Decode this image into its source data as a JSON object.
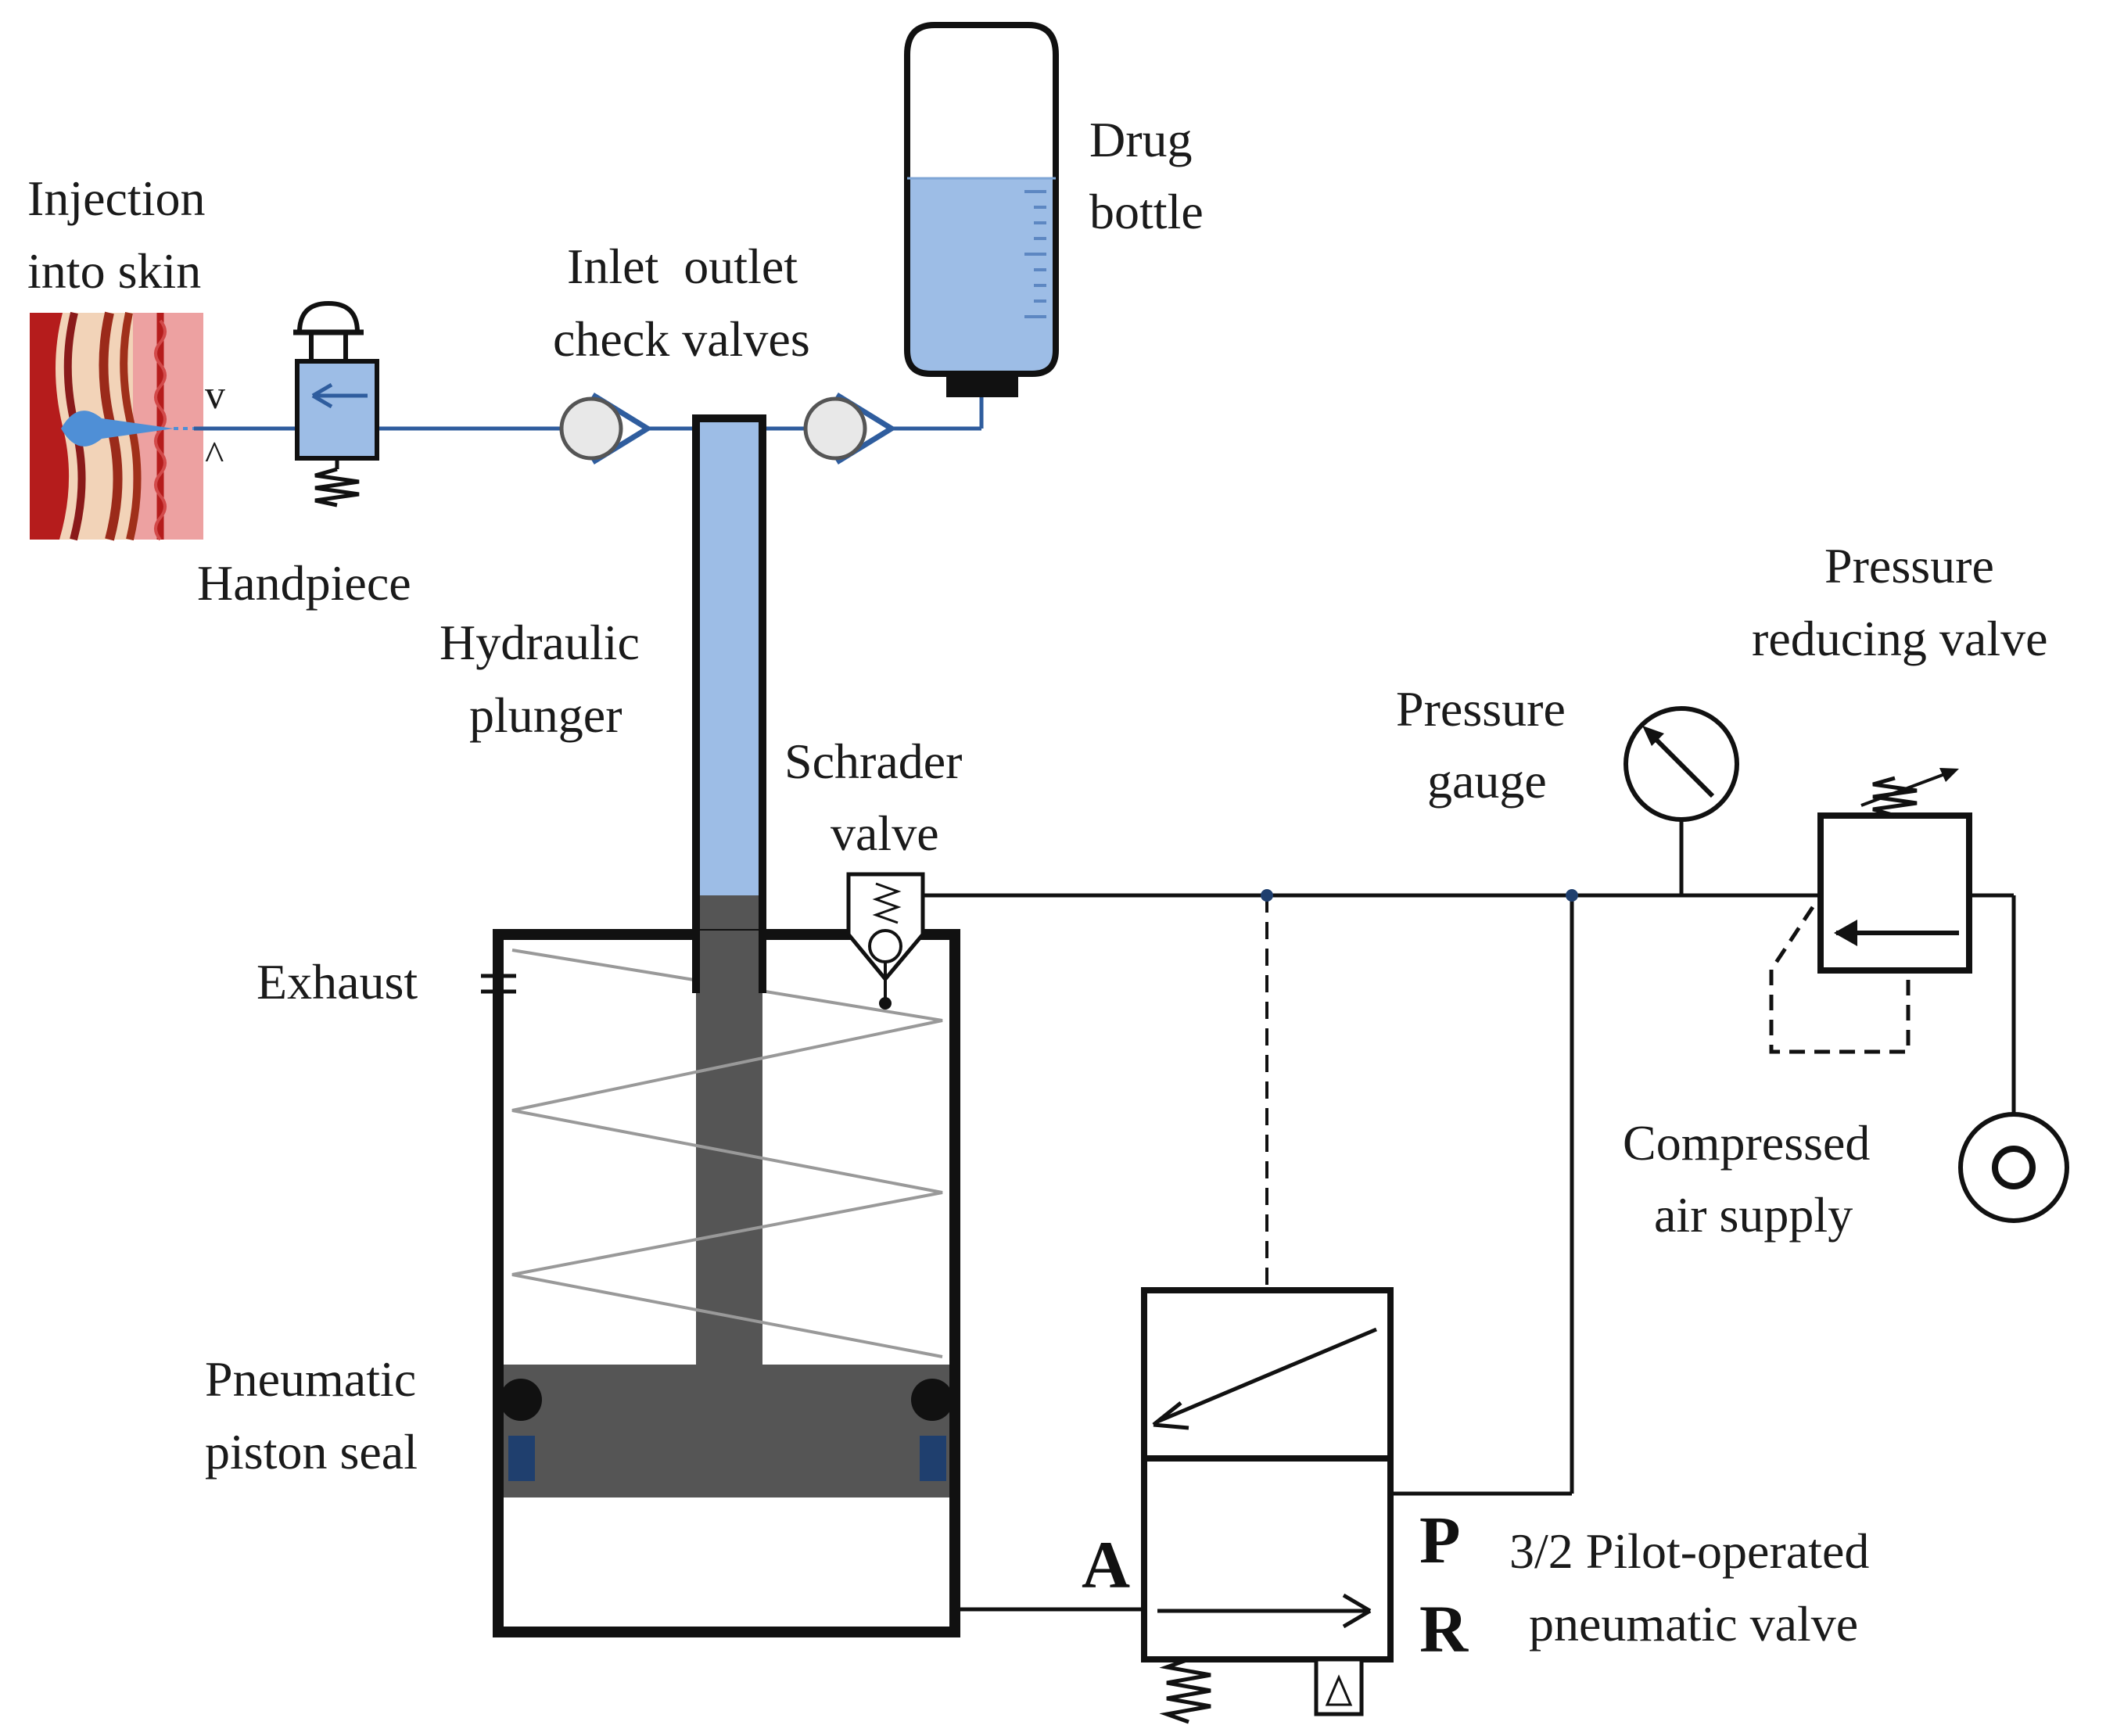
{
  "labels": {
    "injection": [
      "Injection",
      "into skin"
    ],
    "handpiece": "Handpiece",
    "check_valves": [
      "Inlet  outlet",
      "check valves"
    ],
    "drug_bottle": [
      "Drug",
      "bottle"
    ],
    "hydraulic_plunger": [
      "Hydraulic",
      "plunger"
    ],
    "schrader_valve": [
      "Schrader",
      "valve"
    ],
    "exhaust": "Exhaust",
    "pneumatic_piston_seal": [
      "Pneumatic",
      "piston seal"
    ],
    "pressure_gauge": [
      "Pressure",
      "gauge"
    ],
    "pressure_reducing_valve": [
      "Pressure",
      "reducing valve"
    ],
    "compressed_air_supply": [
      "Compressed",
      "air supply"
    ],
    "pilot_valve": [
      "3/2 Pilot-operated",
      "pneumatic valve"
    ],
    "port_a": "A",
    "port_p": "P",
    "port_r": "R",
    "nozzle_upper": "v",
    "nozzle_lower": "^"
  },
  "colors": {
    "line_black": "#111111",
    "fluid_line_blue": "#2f5d9e",
    "fluid_fill": "#9dbde6",
    "piston_gray": "#555555",
    "seal_navy": "#1f3f6e",
    "skin_red": "#b51c1c",
    "skin_tan": "#f2d3b8",
    "skin_pink": "#eda1a1",
    "spring_gray": "#999999"
  }
}
